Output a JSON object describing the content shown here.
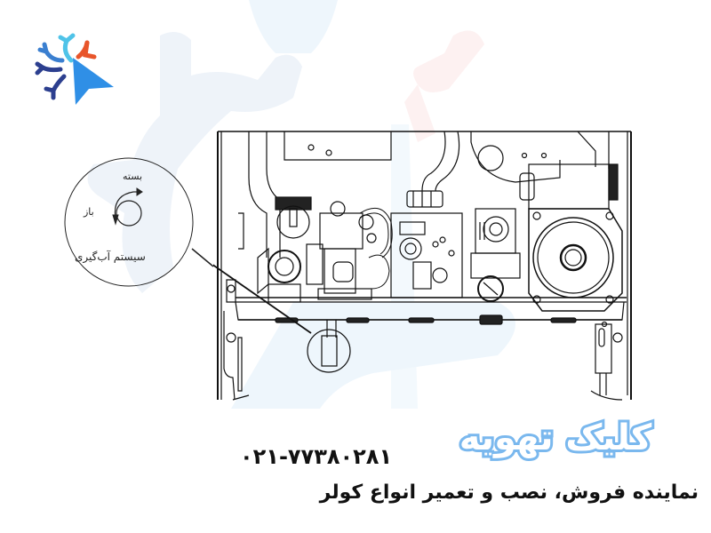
{
  "logo": {
    "icon": "snowflake-cursor-logo",
    "colors": {
      "cyan": "#4fc3e8",
      "blue_dark": "#2c3f8f",
      "orange": "#e8552a",
      "cursor_blue": "#2f8fe6"
    }
  },
  "watermark": {
    "colors": {
      "blue": "#eef3f9",
      "pink": "#fdf1f1",
      "lightblue": "#eef6fc"
    }
  },
  "callout": {
    "closed_label": "بسته",
    "open_label": "باز",
    "system_label": "سیستم آب‌گیری"
  },
  "footer": {
    "phone": "۰۲۱-۷۷۳۸۰۲۸۱",
    "brand": "کلیک تهویه",
    "tagline": "نمایندە فروش، نصب و تعمیر انواع کولر",
    "brand_color": "#7ab8ee"
  }
}
